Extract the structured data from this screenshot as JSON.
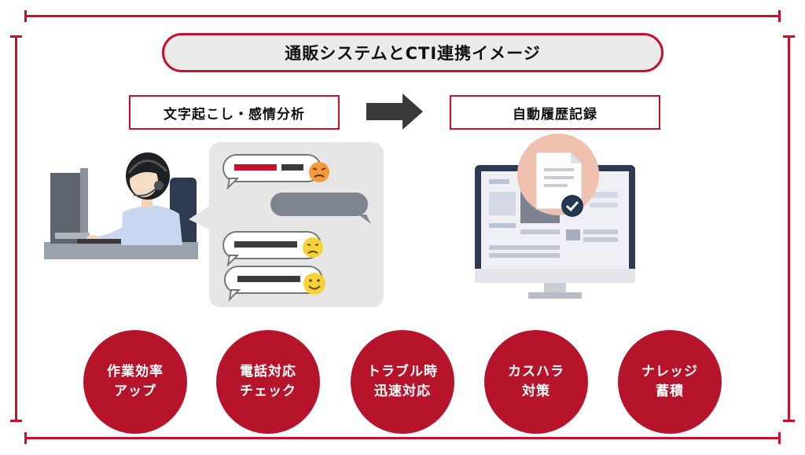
{
  "title": "通販システムとCTI連携イメージ",
  "left_label": "文字起こし・感情分析",
  "right_label": "自動履歴記録",
  "benefits": [
    {
      "line1": "作業効率",
      "line2": "アップ"
    },
    {
      "line1": "電話対応",
      "line2": "チェック"
    },
    {
      "line1": "トラブル時",
      "line2": "迅速対応"
    },
    {
      "line1": "カスハラ",
      "line2": "対策"
    },
    {
      "line1": "ナレッジ",
      "line2": "蓄積"
    }
  ],
  "colors": {
    "accent": "#c8102e",
    "circle": "#b5142b",
    "pill_bg": "#ebebeb",
    "bubble_panel": "#e6e6e6",
    "arrow": "#3a3a3a"
  },
  "icons": [
    "operator-with-headset",
    "computer-monitor",
    "angry-emoji",
    "sad-emoji",
    "smile-emoji",
    "document-check-icon",
    "arrow-right-icon"
  ]
}
